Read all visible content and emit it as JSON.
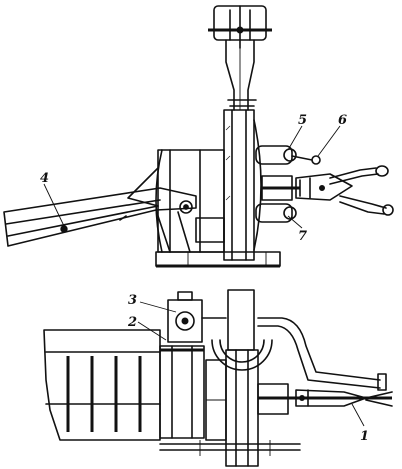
{
  "figure": {
    "callouts": [
      {
        "id": "c1",
        "label": "1"
      },
      {
        "id": "c2",
        "label": "2"
      },
      {
        "id": "c3",
        "label": "3"
      },
      {
        "id": "c4",
        "label": "4"
      },
      {
        "id": "c5",
        "label": "5"
      },
      {
        "id": "c6",
        "label": "6"
      },
      {
        "id": "c7",
        "label": "7"
      }
    ]
  }
}
